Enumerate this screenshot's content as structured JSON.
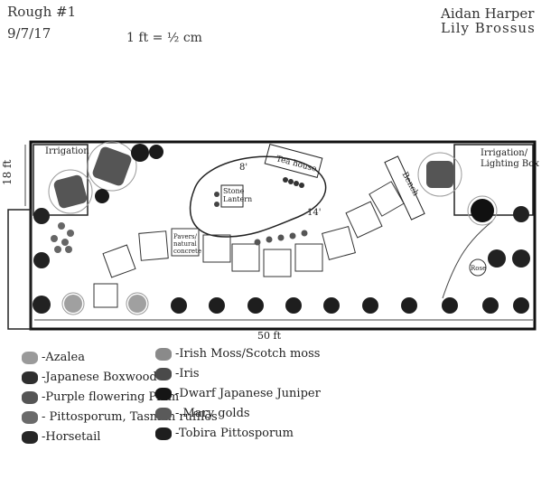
{
  "header": {
    "title": "Rough #1",
    "date": "9/7/17",
    "scale": "1 ft = ½ cm",
    "authors": [
      "Aidan Harper",
      "Lily Brossus"
    ]
  },
  "plan": {
    "width_label": "50 ft",
    "height_label": "18 ft",
    "irrigation_left": "Irrigation",
    "irrigation_right": "Irrigation/ Lighting Box",
    "tea_house": "Tea house",
    "bench": "Bench",
    "stone_lantern": "Stone Lantern",
    "pavers": "Pavers/ natural concrete",
    "rose": "Rose",
    "dim_8": "8'",
    "dim_14": "14'"
  },
  "legend": [
    {
      "label": "-Azalea",
      "color": "#9a9a9a"
    },
    {
      "label": "-Japanese Boxwood",
      "color": "#2f2f2f"
    },
    {
      "label": "-Purple flowering Plum",
      "color": "#555555"
    },
    {
      "label": "- Pittosporum, Tasman ruffles",
      "color": "#6a6a6a"
    },
    {
      "label": "-Horsetail",
      "color": "#262626"
    },
    {
      "label": "-Irish Moss/Scotch moss",
      "color": "#8a8a8a"
    },
    {
      "label": "-Iris",
      "color": "#4a4a4a"
    },
    {
      "label": "-Dwarf Japanese Juniper",
      "color": "#151515"
    },
    {
      "label": "- Mary golds",
      "color": "#5a5a5a"
    },
    {
      "label": "-Tobira Pittosporum",
      "color": "#1e1e1e"
    }
  ]
}
